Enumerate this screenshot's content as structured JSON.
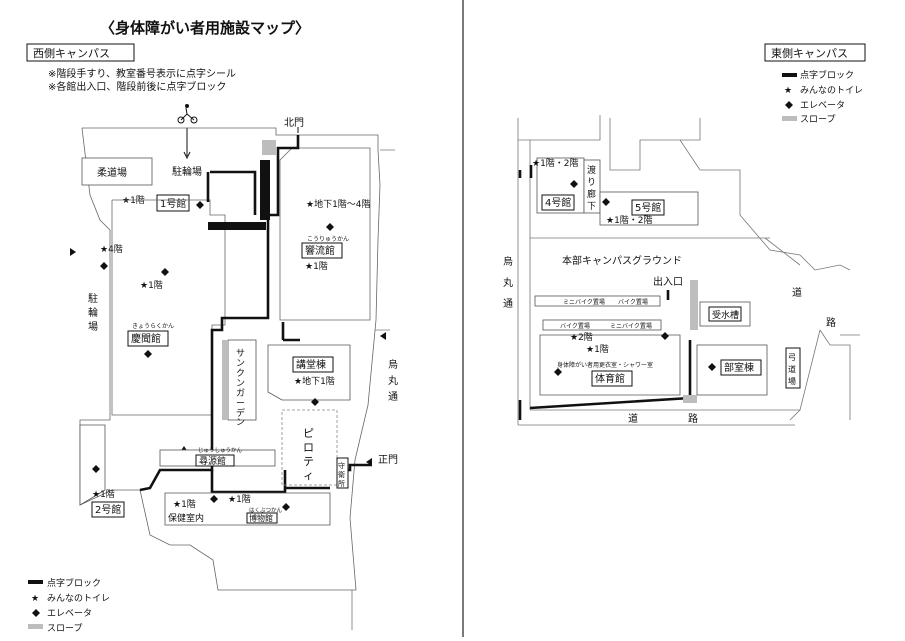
{
  "title": "〈身体障がい者用施設マップ〉",
  "west": {
    "campus_label": "西側キャンパス",
    "notes": [
      "※階段手すり、教室番号表示に点字シール",
      "※各館出入口、階段前後に点字ブロック"
    ],
    "gates": {
      "north": "北門",
      "main": "正門"
    },
    "roads": {
      "karasuma": [
        "烏",
        "丸",
        "通"
      ]
    },
    "parking": {
      "bike": "駐輪場",
      "side": [
        "駐",
        "輪",
        "場"
      ]
    },
    "buildings": {
      "judo": "柔道場",
      "b1": "1号館",
      "b1_toilet": "★1階",
      "kyorakukan_ruby": "きょうらくかん",
      "kyorakukan": "慶聞館",
      "kyorakukan_t4": "★4階",
      "kyorakukan_t1": "★1階",
      "koryukan_ruby": "こうりゅうかん",
      "koryukan": "響流館",
      "koryukan_basement": "★地下1階〜4階",
      "koryukan_t1": "★1階",
      "sunken": [
        "サ",
        "ン",
        "ク",
        "ン",
        "ガ",
        "ー",
        "デ",
        "ン"
      ],
      "kodo": "講堂棟",
      "kodo_t": "★地下1階",
      "piloti": [
        "ピ",
        "ロ",
        "テ",
        "ィ"
      ],
      "shuei_ruby": "じゅうしゅうかん",
      "shuei": "尋源館",
      "guard": [
        "守",
        "衛",
        "所"
      ],
      "b2": "2号館",
      "b2_t": "★1階",
      "health": "保健室内",
      "health_t": "★1階",
      "museum_ruby": "はくぶつかん",
      "museum": "博物館",
      "museum_t": "★1階"
    }
  },
  "east": {
    "campus_label": "東側キャンパス",
    "buildings": {
      "b4": "4号館",
      "b4_t": "★1階・2階",
      "watari": [
        "渡",
        "り",
        "廊",
        "下"
      ],
      "b5": "5号館",
      "b5_t": "★1階・2階",
      "ground": "本部キャンパスグラウンド",
      "entrance": "出入口",
      "minibike1": "ミニバイク置場",
      "bike1": "バイク置場",
      "bike2": "バイク置場",
      "minibike2": "ミニバイク置場",
      "water": "受水槽",
      "gym": "体育館",
      "gym_t2": "★2階",
      "gym_t1": "★1階",
      "gym_shower": "身体障がい者用更衣室・シャワー室",
      "club": "部室棟",
      "dojo": [
        "弓",
        "道",
        "場"
      ]
    },
    "roads": {
      "karasuma": [
        "烏",
        "丸",
        "通"
      ],
      "road_bottom": [
        "道",
        "路"
      ],
      "road_right": [
        "道",
        "路"
      ]
    }
  },
  "legend": {
    "items": [
      {
        "symbol": "tactile",
        "label": "点字ブロック"
      },
      {
        "symbol": "star",
        "label": "みんなのトイレ"
      },
      {
        "symbol": "diamond",
        "label": "エレベータ"
      },
      {
        "symbol": "slope",
        "label": "スロープ"
      }
    ]
  },
  "icons": {
    "cyclist": "cyclist-icon"
  }
}
